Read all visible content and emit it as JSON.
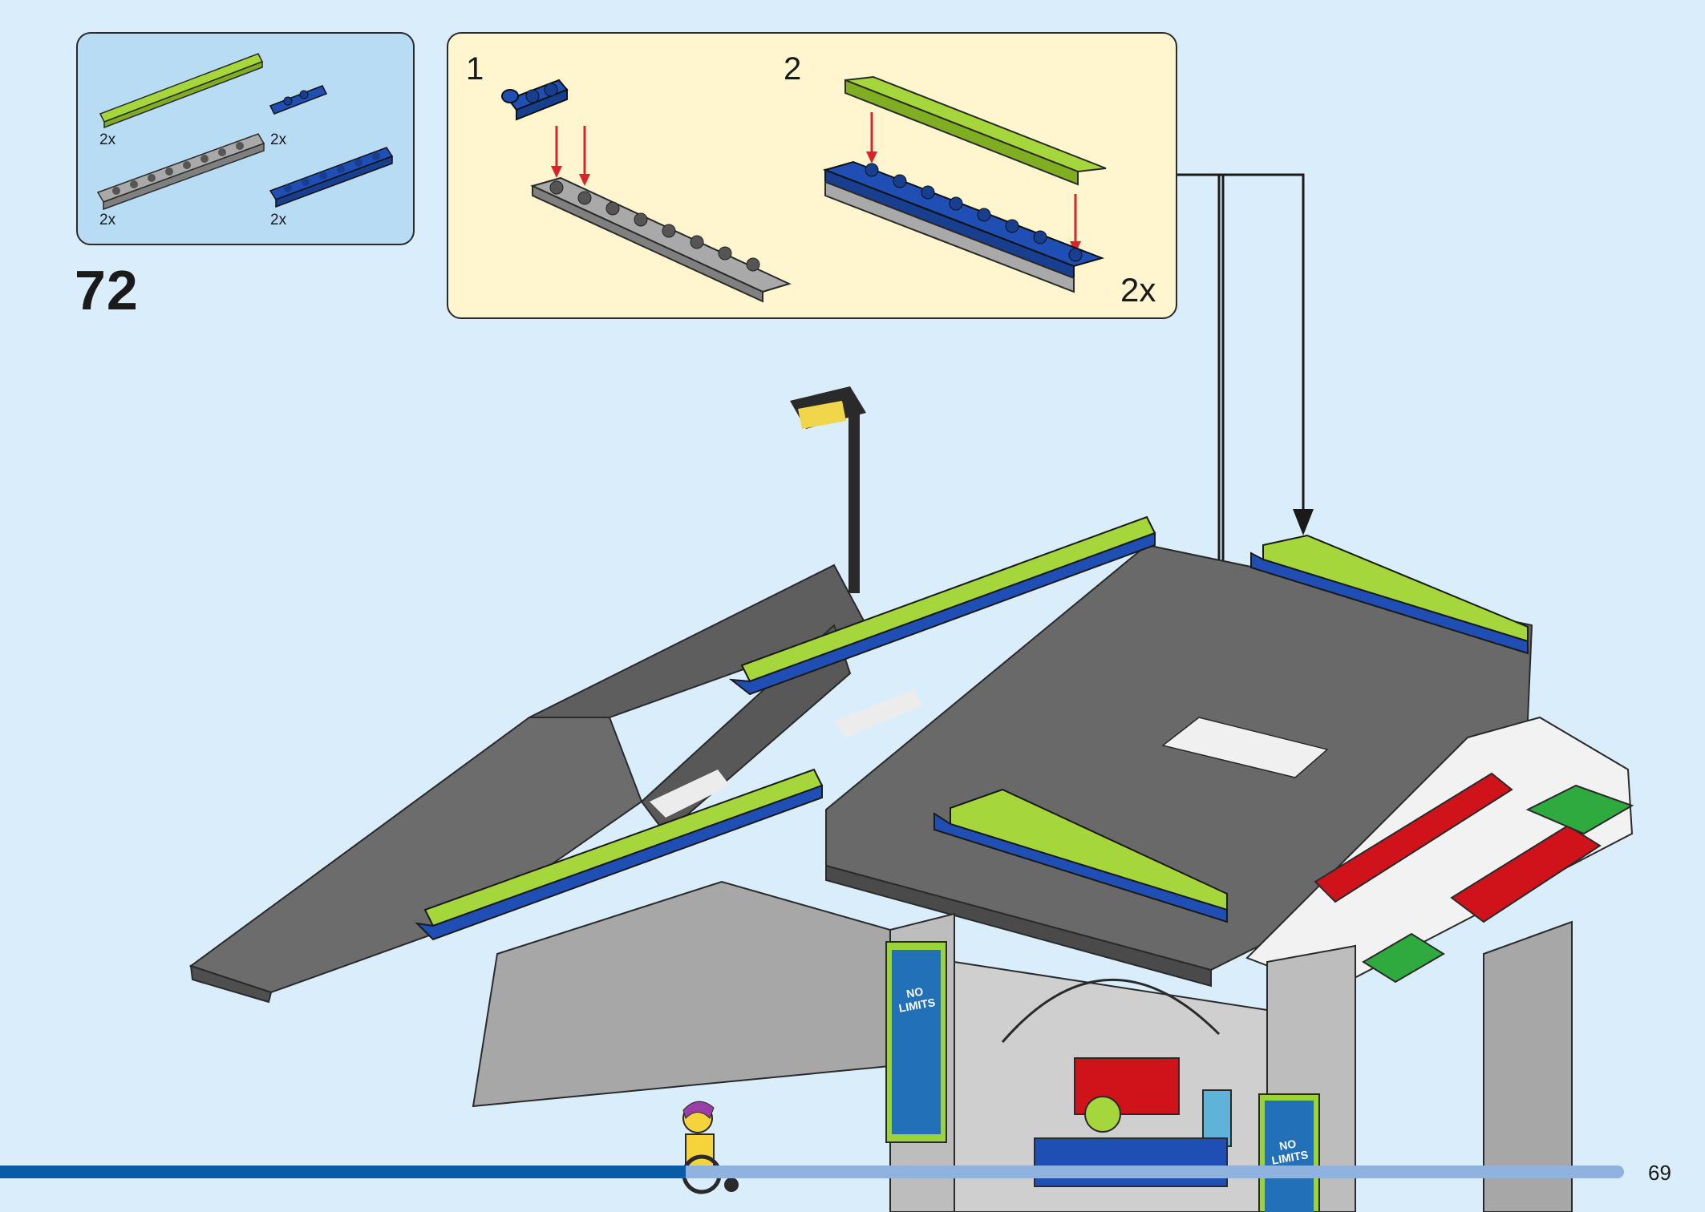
{
  "parts_list": {
    "items": [
      {
        "name": "lime-tile",
        "qty": "2x"
      },
      {
        "name": "blue-clip-plate",
        "qty": "2x"
      },
      {
        "name": "gray-plate",
        "qty": "2x"
      },
      {
        "name": "blue-plate",
        "qty": "2x"
      }
    ]
  },
  "step": {
    "number": "72"
  },
  "sub_assembly": {
    "sub_steps": [
      {
        "number": "1"
      },
      {
        "number": "2"
      }
    ],
    "multiplier": "2x"
  },
  "signage": {
    "brand": "NO LIMITS"
  },
  "footer": {
    "page_number": "69"
  },
  "colors": {
    "background": "#d9eefa",
    "parts_box": "#b9dcf5",
    "sub_box": "#fff5cf",
    "lime": "#a5d63b",
    "blue": "#1f4fb5",
    "dark_gray": "#5c5c5c",
    "light_gray": "#a9a9a9",
    "arrow_red": "#d8232a"
  }
}
